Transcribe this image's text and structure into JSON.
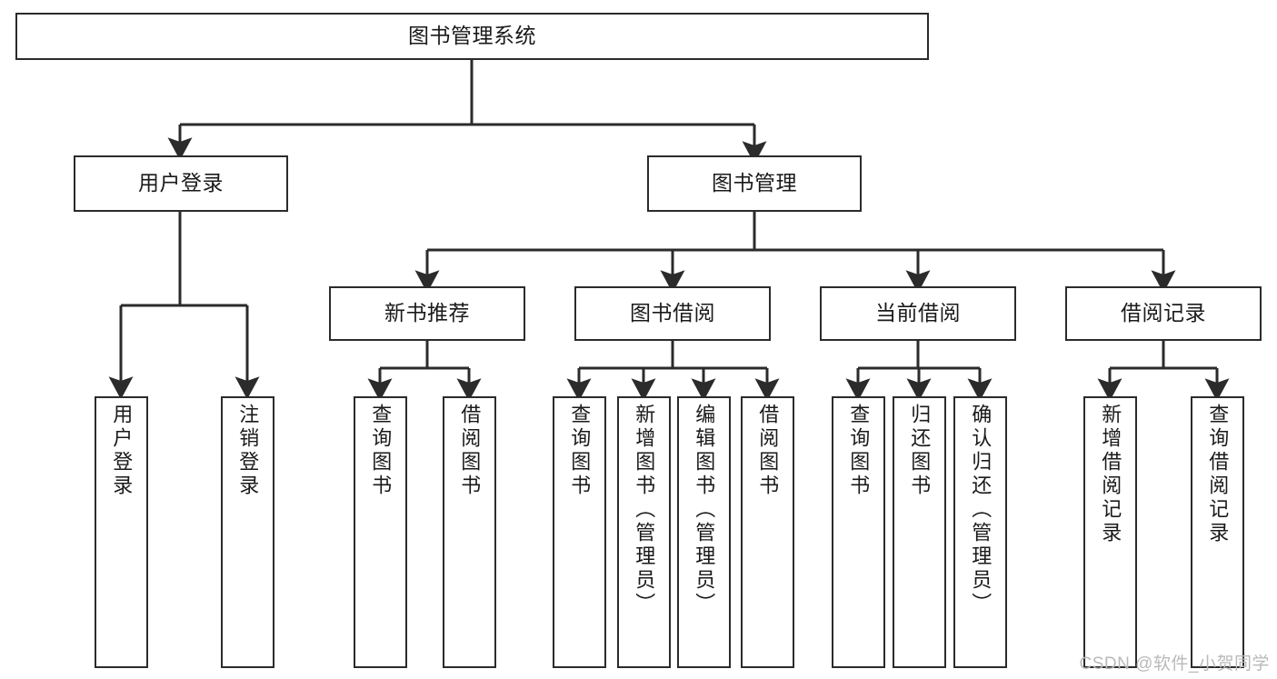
{
  "diagram": {
    "title": "图书管理系统",
    "type": "tree",
    "colors": {
      "stroke": "#2b2b2b",
      "fill": "#ffffff",
      "text": "#1a1a1a",
      "watermark": "#b9b9b9"
    },
    "nodes": {
      "root": {
        "label": "图书管理系统"
      },
      "level2": [
        {
          "label": "用户登录"
        },
        {
          "label": "图书管理"
        }
      ],
      "level3": [
        {
          "label": "新书推荐"
        },
        {
          "label": "图书借阅"
        },
        {
          "label": "当前借阅"
        },
        {
          "label": "借阅记录"
        }
      ],
      "leaves_user_login": [
        {
          "label": "用户登录"
        },
        {
          "label": "注销登录"
        }
      ],
      "leaves_new_books": [
        {
          "label": "查询图书"
        },
        {
          "label": "借阅图书"
        }
      ],
      "leaves_borrow": [
        {
          "label": "查询图书"
        },
        {
          "label": "新增图书（管理员）"
        },
        {
          "label": "编辑图书（管理员）"
        },
        {
          "label": "借阅图书"
        }
      ],
      "leaves_current": [
        {
          "label": "查询图书"
        },
        {
          "label": "归还图书"
        },
        {
          "label": "确认归还（管理员）"
        }
      ],
      "leaves_records": [
        {
          "label": "新增借阅记录"
        },
        {
          "label": "查询借阅记录"
        }
      ]
    },
    "watermark": "CSDN @软件_小贺同学"
  }
}
